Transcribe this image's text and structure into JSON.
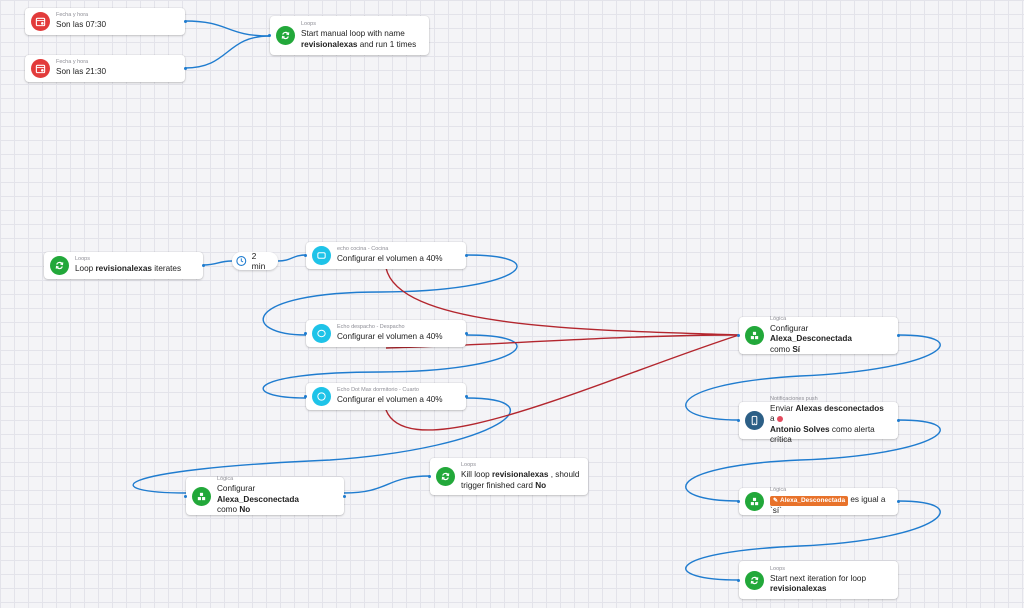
{
  "cards": {
    "fecha1": {
      "category": "Fecha y hora",
      "text": "Son las 07:30"
    },
    "fecha2": {
      "category": "Fecha y hora",
      "text": "Son las 21:30"
    },
    "start_loop": {
      "category": "Loops",
      "pre": "Start manual loop with name",
      "bold": "revisionalexas",
      "post": "and run 1 times"
    },
    "loop_iter": {
      "category": "Loops",
      "pre": "Loop",
      "bold": "revisionalexas",
      "post": "iterates"
    },
    "delay": {
      "text": "2 min"
    },
    "echo_cocina": {
      "category": "echo cocina - Cocina",
      "text": "Configurar el volumen a 40%"
    },
    "echo_despacho": {
      "category": "Echo despacho - Despacho",
      "text": "Configurar el volumen a 40%"
    },
    "echo_dot": {
      "category": "Echo Dot Max dormitorio - Cuarto",
      "text": "Configurar el volumen a 40%"
    },
    "logica_no": {
      "category": "Lógica",
      "pre": "Configurar",
      "bold": "Alexa_Desconectada",
      "line2_pre": "como",
      "line2_bold": "No"
    },
    "kill_loop": {
      "category": "Loops",
      "pre": "Kill loop",
      "bold": "revisionalexas",
      "post": ", should",
      "line2_pre": "trigger finished card",
      "line2_bold": "No"
    },
    "logica_si": {
      "category": "Lógica",
      "pre": "Configurar",
      "bold": "Alexa_Desconectada",
      "line2_pre": "como",
      "line2_bold": "Sí"
    },
    "push": {
      "category": "Notificaciones push",
      "pre": "Enviar",
      "bold": "Alexas desconectados",
      "post": "a",
      "line2_bold": "Antonio Solves",
      "line2_post": "como alerta crítica"
    },
    "logica_cond": {
      "category": "Lógica",
      "var": "Alexa_Desconectada",
      "post": "es igual a `sí`"
    },
    "next_iter": {
      "category": "Loops",
      "pre": "Start next iteration for loop",
      "line2_bold": "revisionalexas"
    }
  },
  "icons": {
    "calendar": "calendar-icon",
    "loop": "loop-icon",
    "clock": "clock-icon",
    "echo": "echo-speaker-icon",
    "logic": "logic-blocks-icon",
    "phone": "phone-icon"
  },
  "colors": {
    "blue_wire": "#1f7ccf",
    "red_wire": "#b3262e",
    "green": "#22a83a",
    "red": "#e23b3b",
    "cyan": "#1ec3e8",
    "navy": "#2c5f86",
    "variable": "#e8722a"
  }
}
